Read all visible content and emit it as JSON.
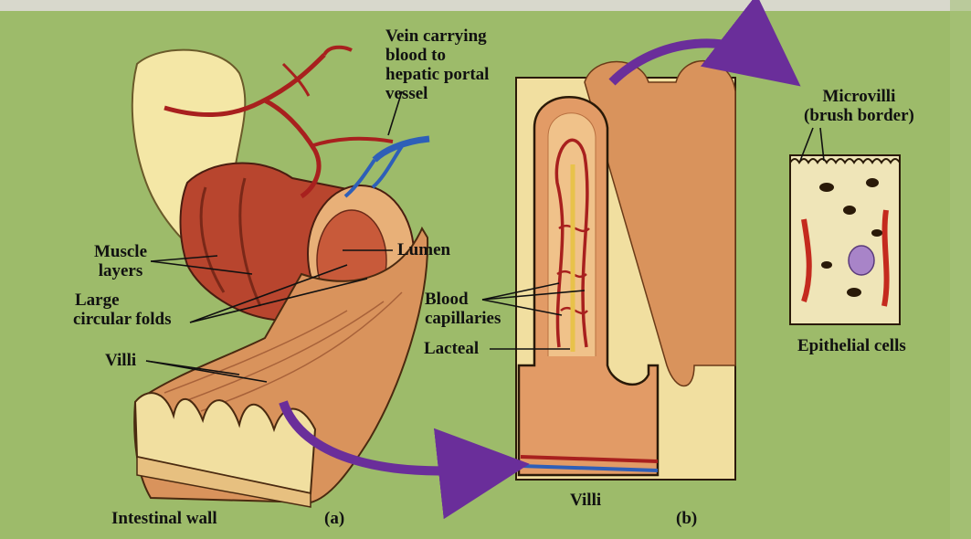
{
  "colors": {
    "background": "#9dbb6a",
    "tissue": "#d9935c",
    "muscle": "#b8452e",
    "blood_red": "#a8201e",
    "vein_blue": "#2e5fb8",
    "arrow_purple": "#6a2e9a",
    "epithelium": "#efe5b8"
  },
  "labels": {
    "vein": [
      "Vein carrying",
      "blood to",
      "hepatic portal",
      "vessel"
    ],
    "muscle_layers": [
      "Muscle",
      "layers"
    ],
    "large_circular_folds": [
      "Large",
      "circular folds"
    ],
    "villi_a": "Villi",
    "lumen": "Lumen",
    "intestinal_wall": "Intestinal wall",
    "part_a": "(a)",
    "blood_capillaries": [
      "Blood",
      "capillaries"
    ],
    "lacteal": "Lacteal",
    "villi_b": "Villi",
    "part_b": "(b)",
    "microvilli": [
      "Microvilli",
      "(brush border)"
    ],
    "epithelial_cells": "Epithelial cells"
  }
}
